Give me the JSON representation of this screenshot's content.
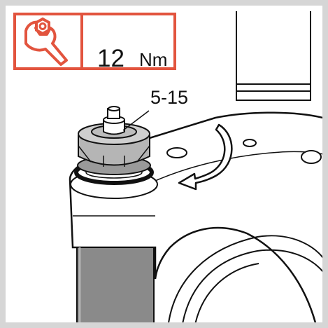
{
  "torque_spec": {
    "value": "12",
    "unit": "Nm",
    "icon": "wrench-nut-icon",
    "accent_color": "#e2543e"
  },
  "callout": {
    "label": "5-15"
  },
  "frame_color": "#d6d6d6",
  "arrow_direction": "counterclockwise"
}
